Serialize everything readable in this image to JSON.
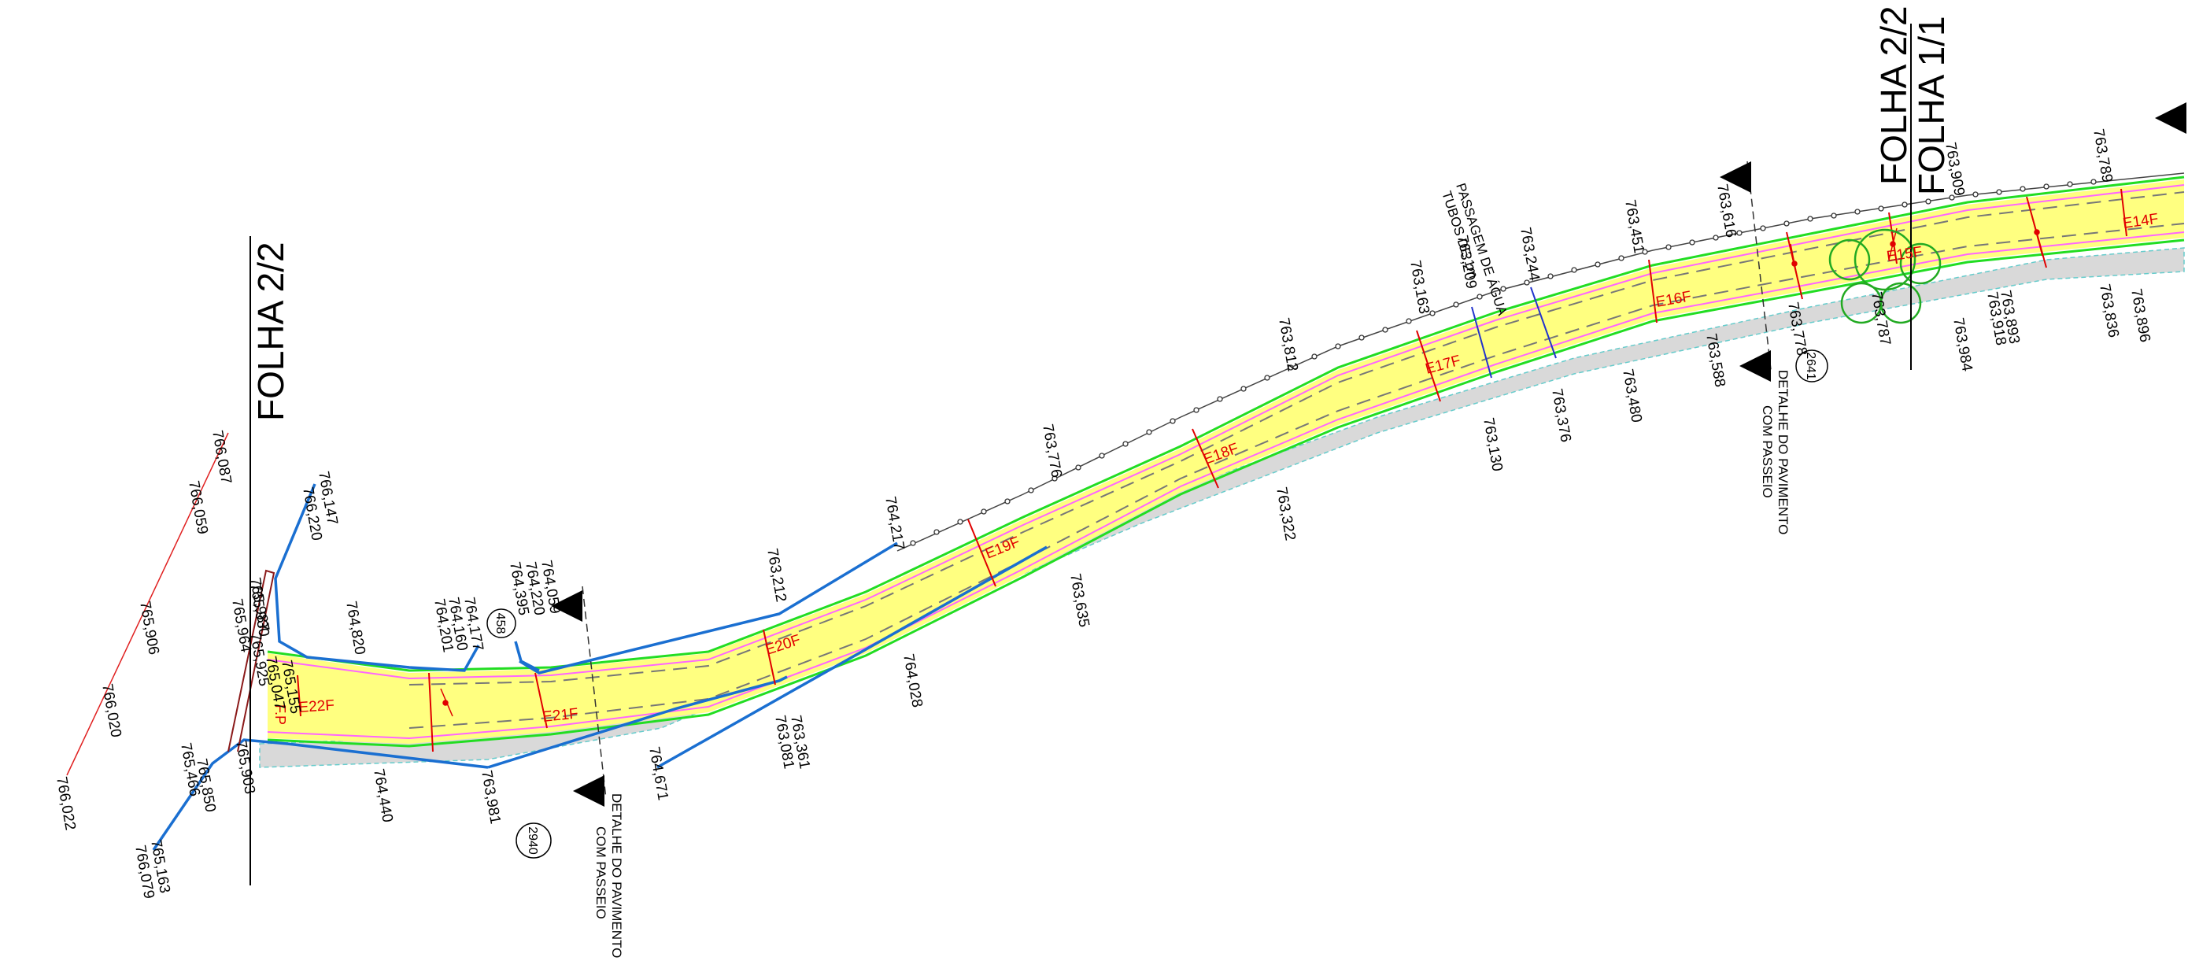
{
  "sheet_labels": {
    "left": "FOLHA 2/2",
    "right_a": "FOLHA 2/2",
    "right_b": "FOLHA 1/1"
  },
  "notes": {
    "detail_left": [
      "DETALHE DO PAVIMENTO",
      "COM PASSEIO"
    ],
    "detail_right": [
      "DETALHE DO PAVIMENTO",
      "COM PASSEIO"
    ],
    "water_passage": [
      "PASSAGEM  DE  ÁGUA",
      "TUBOS  DE  1m"
    ]
  },
  "circle_refs": [
    "458",
    "2940",
    "2641"
  ],
  "fp_label": "F.P",
  "stations": [
    "E14F",
    "E15F",
    "E16F",
    "E17F",
    "E18F",
    "E19F",
    "E20F",
    "E21F",
    "E22F"
  ],
  "elevations": [
    "766,087",
    "766,059",
    "765,906",
    "766,020",
    "766,022",
    "766,147",
    "766,220",
    "765,987",
    "765,964",
    "765,930",
    "765,155",
    "765,047",
    "765,925",
    "765,903",
    "765,466",
    "765,850",
    "765,163",
    "766,079",
    "764,820",
    "764,177",
    "764,160",
    "764,201",
    "764,059",
    "764,220",
    "764,395",
    "764,440",
    "763,981",
    "763,212",
    "764,671",
    "763,361",
    "763,081",
    "764,028",
    "764,217",
    "763,635",
    "763,776",
    "763,322",
    "763,812",
    "763,130",
    "763,163",
    "763,209",
    "763,244",
    "763,376",
    "763,451",
    "763,480",
    "763,616",
    "763,588",
    "763,778",
    "763,787",
    "763,909",
    "763,984",
    "763,893",
    "763,918",
    "763,789",
    "763,836",
    "763,896"
  ],
  "colors": {
    "road": "#ffff80",
    "edge": "#22dd22",
    "curb": "#ff66ff",
    "pipe": "#1a6fd1",
    "station": "#e00000",
    "sidewalk": "#d9d9d9",
    "text": "#000000"
  }
}
